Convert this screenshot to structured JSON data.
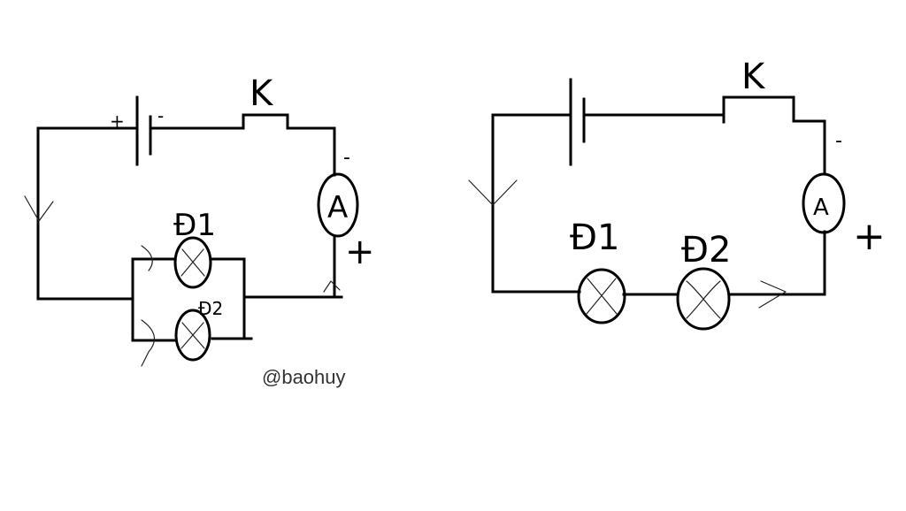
{
  "watermark": "@baohuy",
  "left_circuit": {
    "battery_plus": "+",
    "battery_minus": "-",
    "switch_label": "K",
    "ammeter_label": "A",
    "ammeter_minus": "-",
    "ammeter_plus": "+",
    "lamp1_label": "Đ1",
    "lamp2_label": "Đ2"
  },
  "right_circuit": {
    "switch_label": "K",
    "ammeter_label": "A",
    "ammeter_minus": "-",
    "ammeter_plus": "+",
    "lamp1_label": "Đ1",
    "lamp2_label": "Đ2"
  }
}
